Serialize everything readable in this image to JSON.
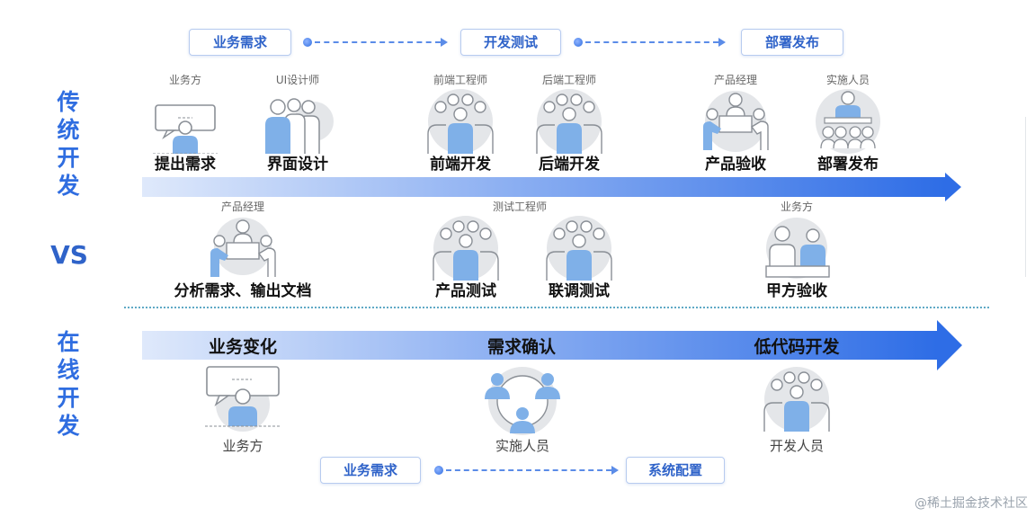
{
  "flow_top": {
    "steps": [
      "业务需求",
      "开发测试",
      "部署发布"
    ]
  },
  "traditional": {
    "label": "传统开发",
    "row1": [
      {
        "top": "业务方",
        "bottom": "提出需求",
        "icon": "speech-person-icon"
      },
      {
        "top": "UI设计师",
        "bottom": "界面设计",
        "icon": "team-three-icon"
      },
      {
        "top": "前端工程师",
        "bottom": "前端开发",
        "icon": "group-circle-icon"
      },
      {
        "top": "后端工程师",
        "bottom": "后端开发",
        "icon": "group-circle-icon"
      },
      {
        "top": "产品经理",
        "bottom": "产品验收",
        "icon": "meeting-table-icon"
      },
      {
        "top": "实施人员",
        "bottom": "部署发布",
        "icon": "presenter-audience-icon"
      }
    ],
    "row2": [
      {
        "top": "产品经理",
        "bottom": "分析需求、输出文档",
        "icon": "meeting-table-icon"
      },
      {
        "top": "测试工程师",
        "bottom": "产品测试",
        "icon": "group-circle-icon"
      },
      {
        "top": "",
        "bottom": "联调测试",
        "icon": "group-circle-icon"
      },
      {
        "top": "业务方",
        "bottom": "甲方验收",
        "icon": "two-persons-icon"
      }
    ]
  },
  "vs_label": "VS",
  "online": {
    "label": "在线开发",
    "stages": [
      "业务变化",
      "需求确认",
      "低代码开发"
    ],
    "roles": [
      {
        "bottom": "业务方",
        "icon": "speech-person-icon"
      },
      {
        "bottom": "实施人员",
        "icon": "three-persons-cycle-icon"
      },
      {
        "bottom": "开发人员",
        "icon": "group-circle-icon"
      }
    ]
  },
  "flow_bottom": {
    "steps": [
      "业务需求",
      "系统配置"
    ]
  },
  "watermark": "@稀土掘金技术社区",
  "colors": {
    "accent": "#2e6de6",
    "pill_text": "#2f63c9",
    "person": "#7fb0e8",
    "person_outline": "#8a8f96",
    "bg_disc": "#e4e6e9"
  }
}
